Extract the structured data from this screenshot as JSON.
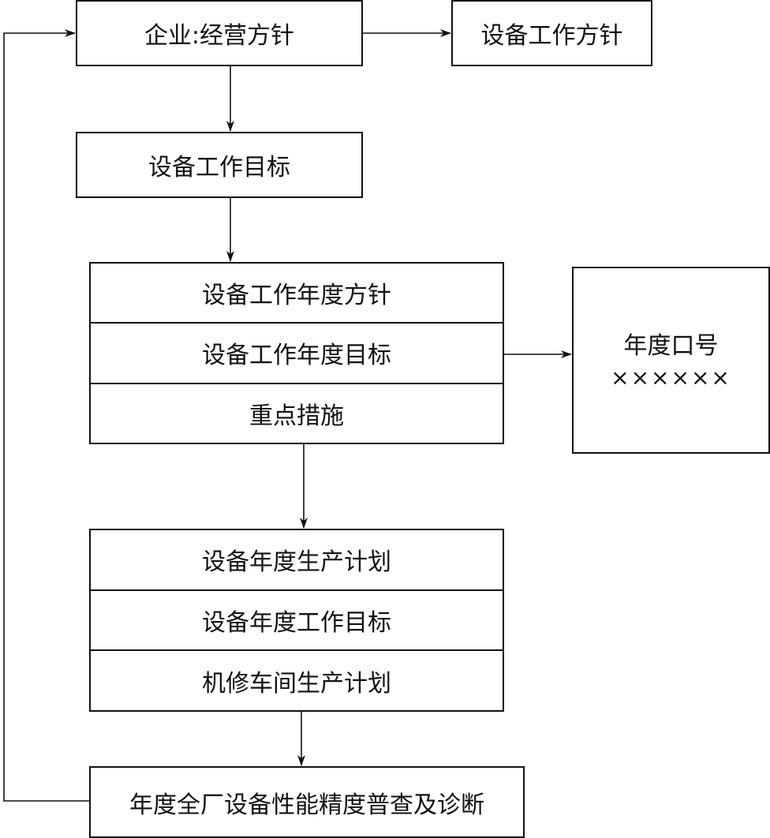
{
  "diagram": {
    "nodes": {
      "policy": {
        "label": "企业:经营方针"
      },
      "equipment_policy": {
        "label": "设备工作方针"
      },
      "equipment_goal": {
        "label": "设备工作目标"
      },
      "annual_block": {
        "rows": [
          "设备工作年度方针",
          "设备工作年度目标",
          "重点措施"
        ]
      },
      "slogan": {
        "title": "年度口号",
        "marks": "××××××"
      },
      "plan_block": {
        "rows": [
          "设备年度生产计划",
          "设备年度工作目标",
          "机修车间生产计划"
        ]
      },
      "inspection": {
        "label": "年度全厂设备性能精度普查及诊断"
      }
    },
    "edges": [
      {
        "from": "policy",
        "to": "equipment_policy"
      },
      {
        "from": "policy",
        "to": "equipment_goal"
      },
      {
        "from": "equipment_goal",
        "to": "annual_block"
      },
      {
        "from": "annual_block",
        "to": "slogan"
      },
      {
        "from": "annual_block",
        "to": "plan_block"
      },
      {
        "from": "plan_block",
        "to": "inspection"
      },
      {
        "from": "inspection",
        "to": "policy"
      }
    ],
    "colors": {
      "stroke": "#111111",
      "background": "#ffffff"
    }
  }
}
